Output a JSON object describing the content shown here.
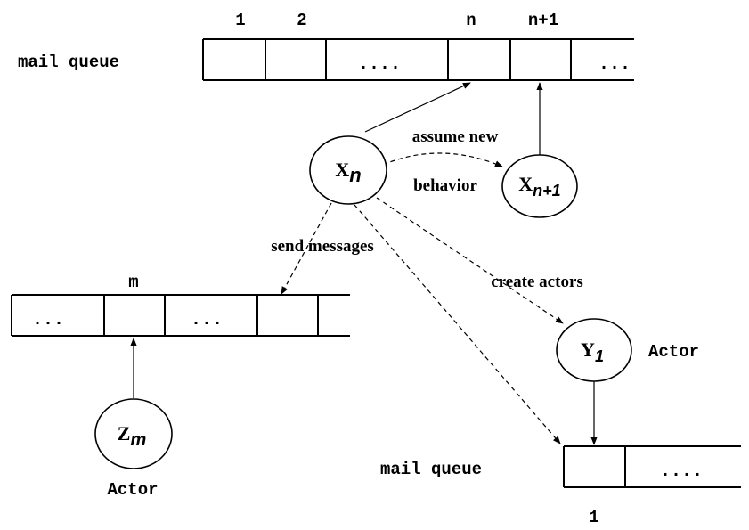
{
  "top_queue": {
    "label": "mail queue",
    "indices": [
      "1",
      "2",
      "n",
      "n+1"
    ],
    "ellipsis_mid": "....",
    "ellipsis_end": "..."
  },
  "left_queue": {
    "index": "m",
    "ellipsis_1": "...",
    "ellipsis_2": "..."
  },
  "bottom_queue": {
    "label": "mail queue",
    "index": "1",
    "ellipsis": "...."
  },
  "actors": {
    "xn": {
      "base": "X",
      "sub": "n"
    },
    "xn1": {
      "base": "X",
      "sub": "n+1"
    },
    "y1": {
      "base": "Y",
      "sub": "1",
      "label": "Actor"
    },
    "zm": {
      "base": "Z",
      "sub": "m",
      "label": "Actor"
    }
  },
  "edges": {
    "assume_new": "assume new",
    "behavior": "behavior",
    "send_messages": "send messages",
    "create_actors": "create actors"
  }
}
